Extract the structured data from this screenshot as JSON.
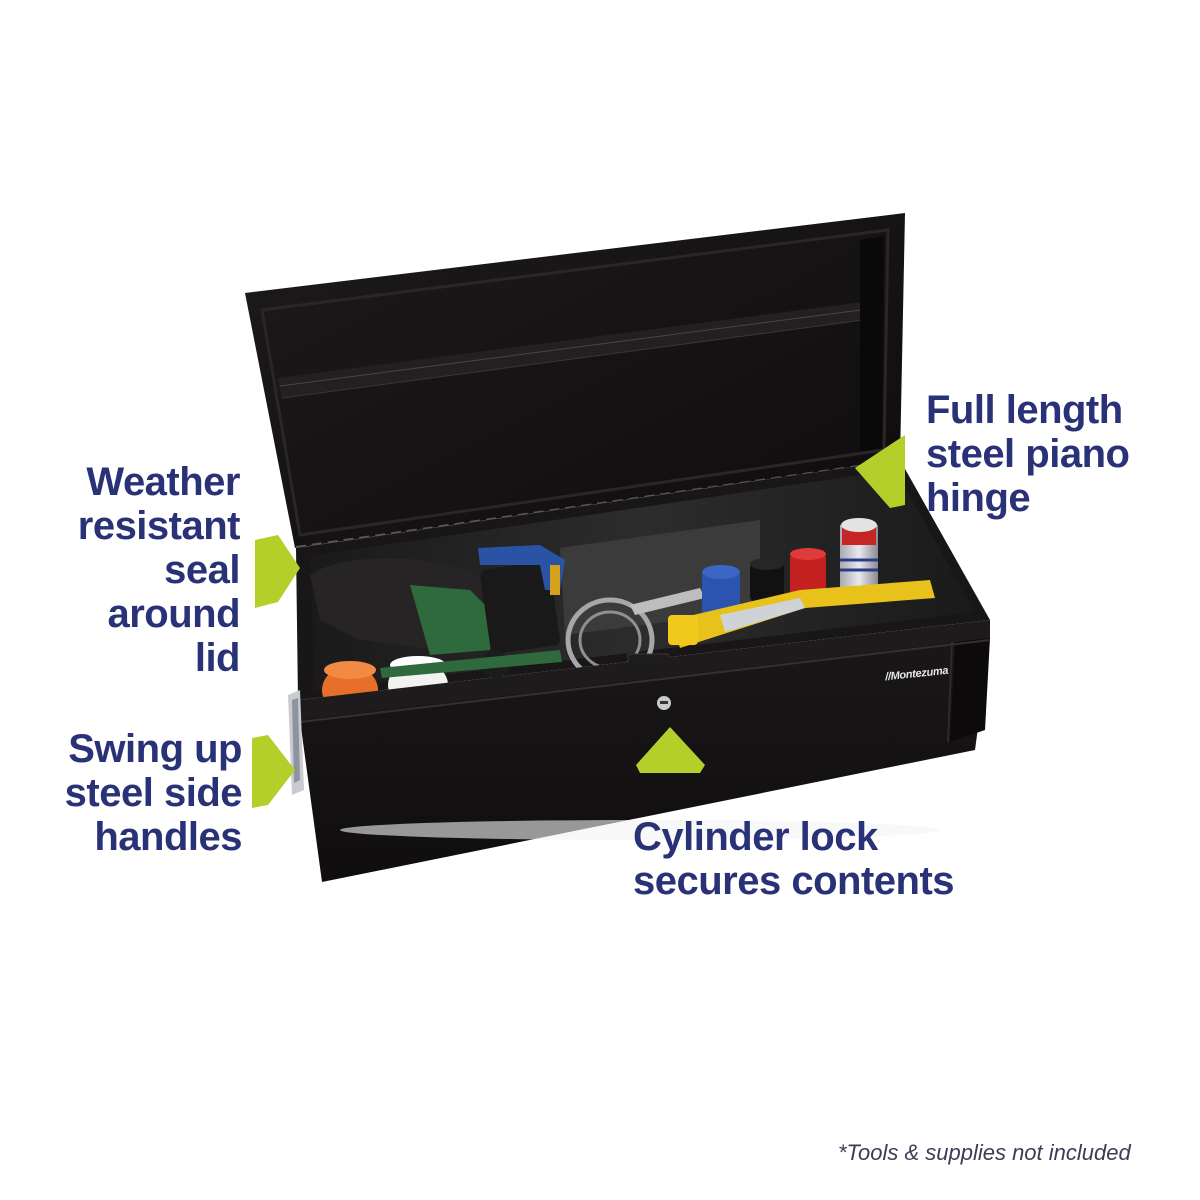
{
  "product": {
    "brand": "Montezuma",
    "brand_mark": "//Montezuma",
    "body_color": "#141213",
    "accent_marker_color": "#b5cf2a",
    "callout_text_color": "#2a3277"
  },
  "callouts": [
    {
      "id": "weather-seal",
      "lines": [
        "Weather",
        "resistant",
        "seal",
        "around",
        "lid"
      ],
      "marker_direction": "right"
    },
    {
      "id": "piano-hinge",
      "lines": [
        "Full length",
        "steel piano",
        "hinge"
      ],
      "marker_direction": "left"
    },
    {
      "id": "side-handles",
      "lines": [
        "Swing up",
        "steel side",
        "handles"
      ],
      "marker_direction": "right"
    },
    {
      "id": "cylinder-lock",
      "lines": [
        "Cylinder lock",
        "secures contents"
      ],
      "marker_direction": "up"
    }
  ],
  "footnote": "*Tools & supplies not included"
}
